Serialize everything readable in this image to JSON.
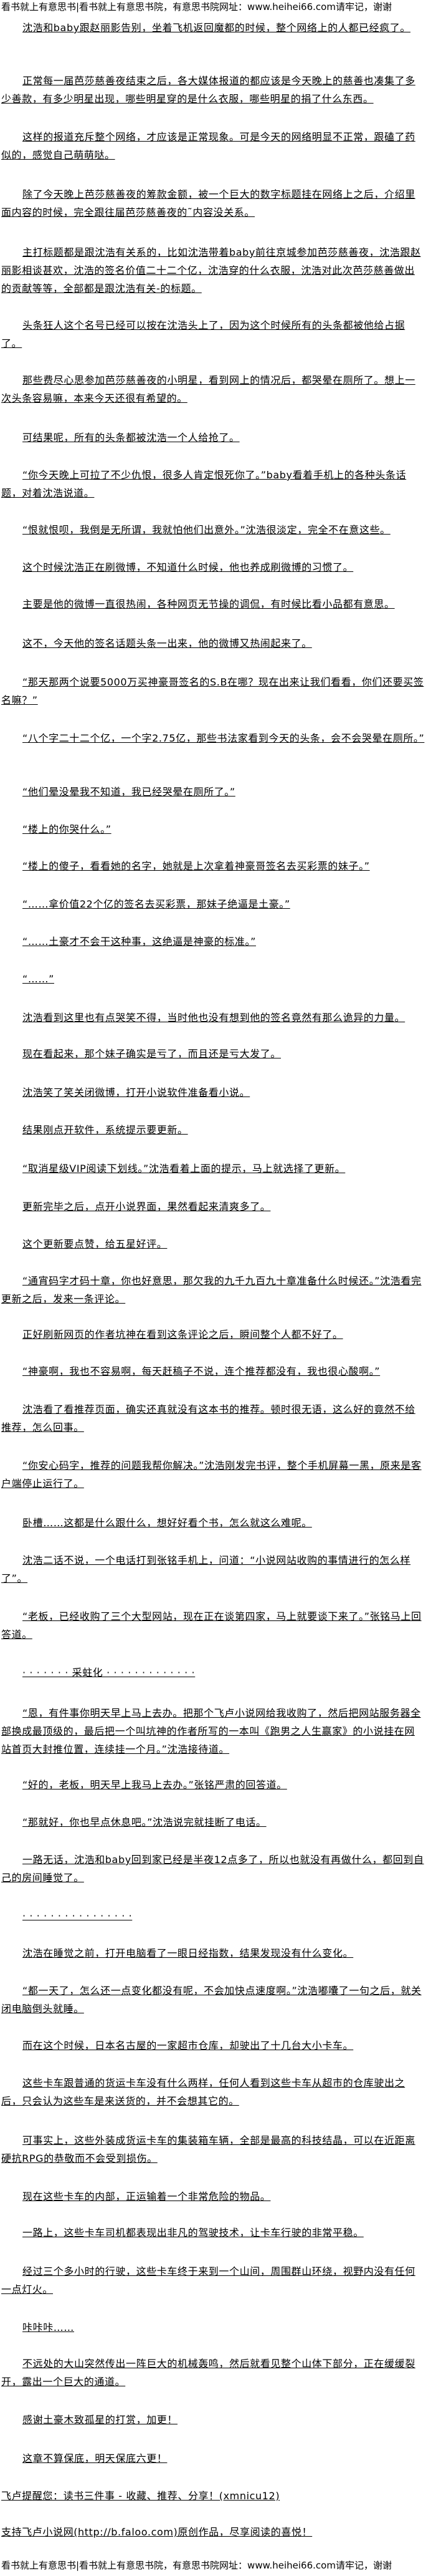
{
  "header_banner": "看书就上有意思书|看书就上有意思书院，有意思书院网址：www.heihei66.com请牢记，谢谢",
  "footer_banner": "看书就上有意思书|看书就上有意思书院，有意思书院网址：www.heihei66.com请牢记，谢谢",
  "paragraphs": [
    "沈浩和baby跟赵丽影告别，坐着飞机返回魔都的时候，整个网络上的人都已经疯了。",
    "正常每一届芭莎慈善夜结束之后，各大媒体报道的都应该是今天晚上的慈善也凑集了多少善款，有多少明星出现，哪些明星穿的是什么衣服，哪些明星的捐了什么东西。",
    "这样的报道充斥整个网络，才应该是正常现象。可是今天的网络明显不正常，跟磕了药似的，感觉自己萌萌哒。",
    "除了今天晚上芭莎慈善夜的筹款金额，被一个巨大的数字标题挂在网络上之后，介绍里面内容的时候，完全跟往届芭莎慈善夜的˜内容没关系。",
    "主打标题都是跟沈浩有关系的，比如沈浩带着baby前往京城参加芭莎慈善夜，沈浩跟赵丽影相谈甚欢，沈浩的签名价值二十二个亿，沈浩穿的什么衣服，沈浩对此次芭莎慈善做出的贡献等等，全部都是跟沈浩有关-的标题。",
    "头条狂人这个名号已经可以按在沈浩头上了，因为这个时候所有的头条都被他给占据了。",
    "那些费尽心思参加芭莎慈善夜的小明星，看到网上的情况后，都哭晕在厕所了。想上一次头条容易嘛，本来今天还很有希望的。",
    "可结果呢，所有的头条都被沈浩一个人给抢了。",
    "“你今天晚上可拉了不少仇恨，很多人肯定恨死你了。”baby看着手机上的各种头条话题，对着沈浩说道。",
    "“恨就恨呗，我倒是无所谓，我就怕他们出意外。”沈浩很淡定，完全不在意这些。",
    "这个时候沈浩正在刷微博，不知道什么时候，他也养成刷微博的习惯了。",
    "主要是他的微博一直很热闹，各种网页无节操的调侃，有时候比看小品都有意思。",
    "这不，今天他的签名话题头条一出来，他的微博又热闹起来了。",
    "“那天那两个说要5000万买神豪哥签名的S.B在哪？现在出来让我们看看，你们还要买签名嘛？”",
    "“八个字二十二个亿，一个字2.75亿，那些书法家看到今天的头条，会不会哭晕在厕所。”",
    "“他们晕没晕我不知道，我已经哭晕在厕所了。”",
    "“楼上的你哭什么。”",
    "“楼上的傻子，看看她的名字，她就是上次拿着神豪哥签名去买彩票的妹子。”",
    "“……拿价值22个亿的签名去买彩票，那妹子绝逼是土豪。”",
    "“……土豪才不会干这种事，这绝逼是神豪的标准。”",
    "“……”",
    "沈浩看到这里也有点哭笑不得，当时他也没有想到他的签名竟然有那么诡异的力量。",
    "现在看起来，那个妹子确实是亏了，而且还是亏大发了。",
    "沈浩笑了笑关闭微博，打开小说软件准备看小说。",
    "结果刚点开软件，系统提示要更新。",
    "“取消星级VIP阅读下划线。”沈浩看着上面的提示，马上就选择了更新。",
    "更新完毕之后，点开小说界面，果然看起来清爽多了。",
    "这个更新要点赞，给五星好评。",
    "“通宵码字才码十章，你也好意思，那欠我的九千九百九十章准备什么时候还。”沈浩看完更新之后，发来一条评论。",
    "正好刷新网页的作者坑神在看到这条评论之后，瞬间整个人都不好了。",
    "“神豪啊，我也不容易啊，每天赶稿子不说，连个推荐都没有，我也很心酸啊。”",
    "沈浩看了看推荐页面，确实还真就没有这本书的推荐。顿时很无语，这么好的竟然不给推荐，怎么回事。",
    "“你安心码字，推荐的问题我帮你解决。”沈浩刚发完书评，整个手机屏幕一黑，原来是客户端停止运行了。",
    "卧槽……这都是什么跟什么，想好好看个书，怎么就这么难呢。",
    "沈浩二话不说，一个电话打到张铭手机上，问道：“小说网站收购的事情进行的怎么样了”。",
    "“老板，已经收购了三个大型网站，现在正在谈第四家，马上就要谈下来了。”张铭马上回答道。",
    "· · · · · · · 采蛀化 · · · · · · · · · · · · ·",
    "“恩，有件事你明天早上马上去办。把那个飞卢小说网给我收购了，然后把网站服务器全部换成最顶级的，最后把一个叫坑神的作者所写的一本叫《跑男之人生赢家》的小说挂在网站首页大封推位置，连续挂一个月。”沈浩接待道。",
    "“好的，老板，明天早上我马上去办。”张铭严肃的回答道。",
    "“那就好，你也早点休息吧。”沈浩说完就挂断了电话。",
    "一路无话，沈浩和baby回到家已经是半夜12点多了，所以也就没有再做什么，都回到自己的房间睡觉了。",
    "· · · · · · · · · · · · · · · ·",
    "沈浩在睡觉之前，打开电脑看了一眼日经指数，结果发现没有什么变化。",
    "“都一天了，怎么还一点变化都没有呢，不会加快点速度啊。”沈浩嘟囔了一句之后，就关闭电脑倒头就睡。",
    "而在这个时候，日本名古屋的一家超市仓库，却驶出了十几台大小卡车。",
    "这些卡车跟普通的货运卡车没有什么两样，任何人看到这些卡车从超市的仓库驶出之后，只会认为这些车是来送货的，并不会想其它的。",
    "可事实上，这些外装成货运卡车的集装箱车辆，全部是最高的科技结晶，可以在近距离硬抗RPG的恭敬而不会受到损伤。",
    "现在这些卡车的内部，正运输着一个非常危险的物品。",
    "一路上，这些卡车司机都表现出非凡的驾驶技术，让卡车行驶的非常平稳。",
    "经过三个多小时的行驶，这些卡车终于来到一个山间，周围群山环绕，视野内没有任何一点灯火。",
    "咔咔咔……",
    "不远处的大山突然传出一阵巨大的机械轰鸣，然后就看见整个山体下部分，正在缓缓裂开，露出一个巨大的通道。",
    "感谢土豪木致孤星的打赏，加更！",
    "这章不算保底，明天保底六更！",
    "飞卢提醒您：读书三件事 - 收藏、推荐、分享！(xmnicu12)",
    "支持飞卢小说网(http://b.faloo.com)原创作品，尽享阅读的喜悦！"
  ]
}
